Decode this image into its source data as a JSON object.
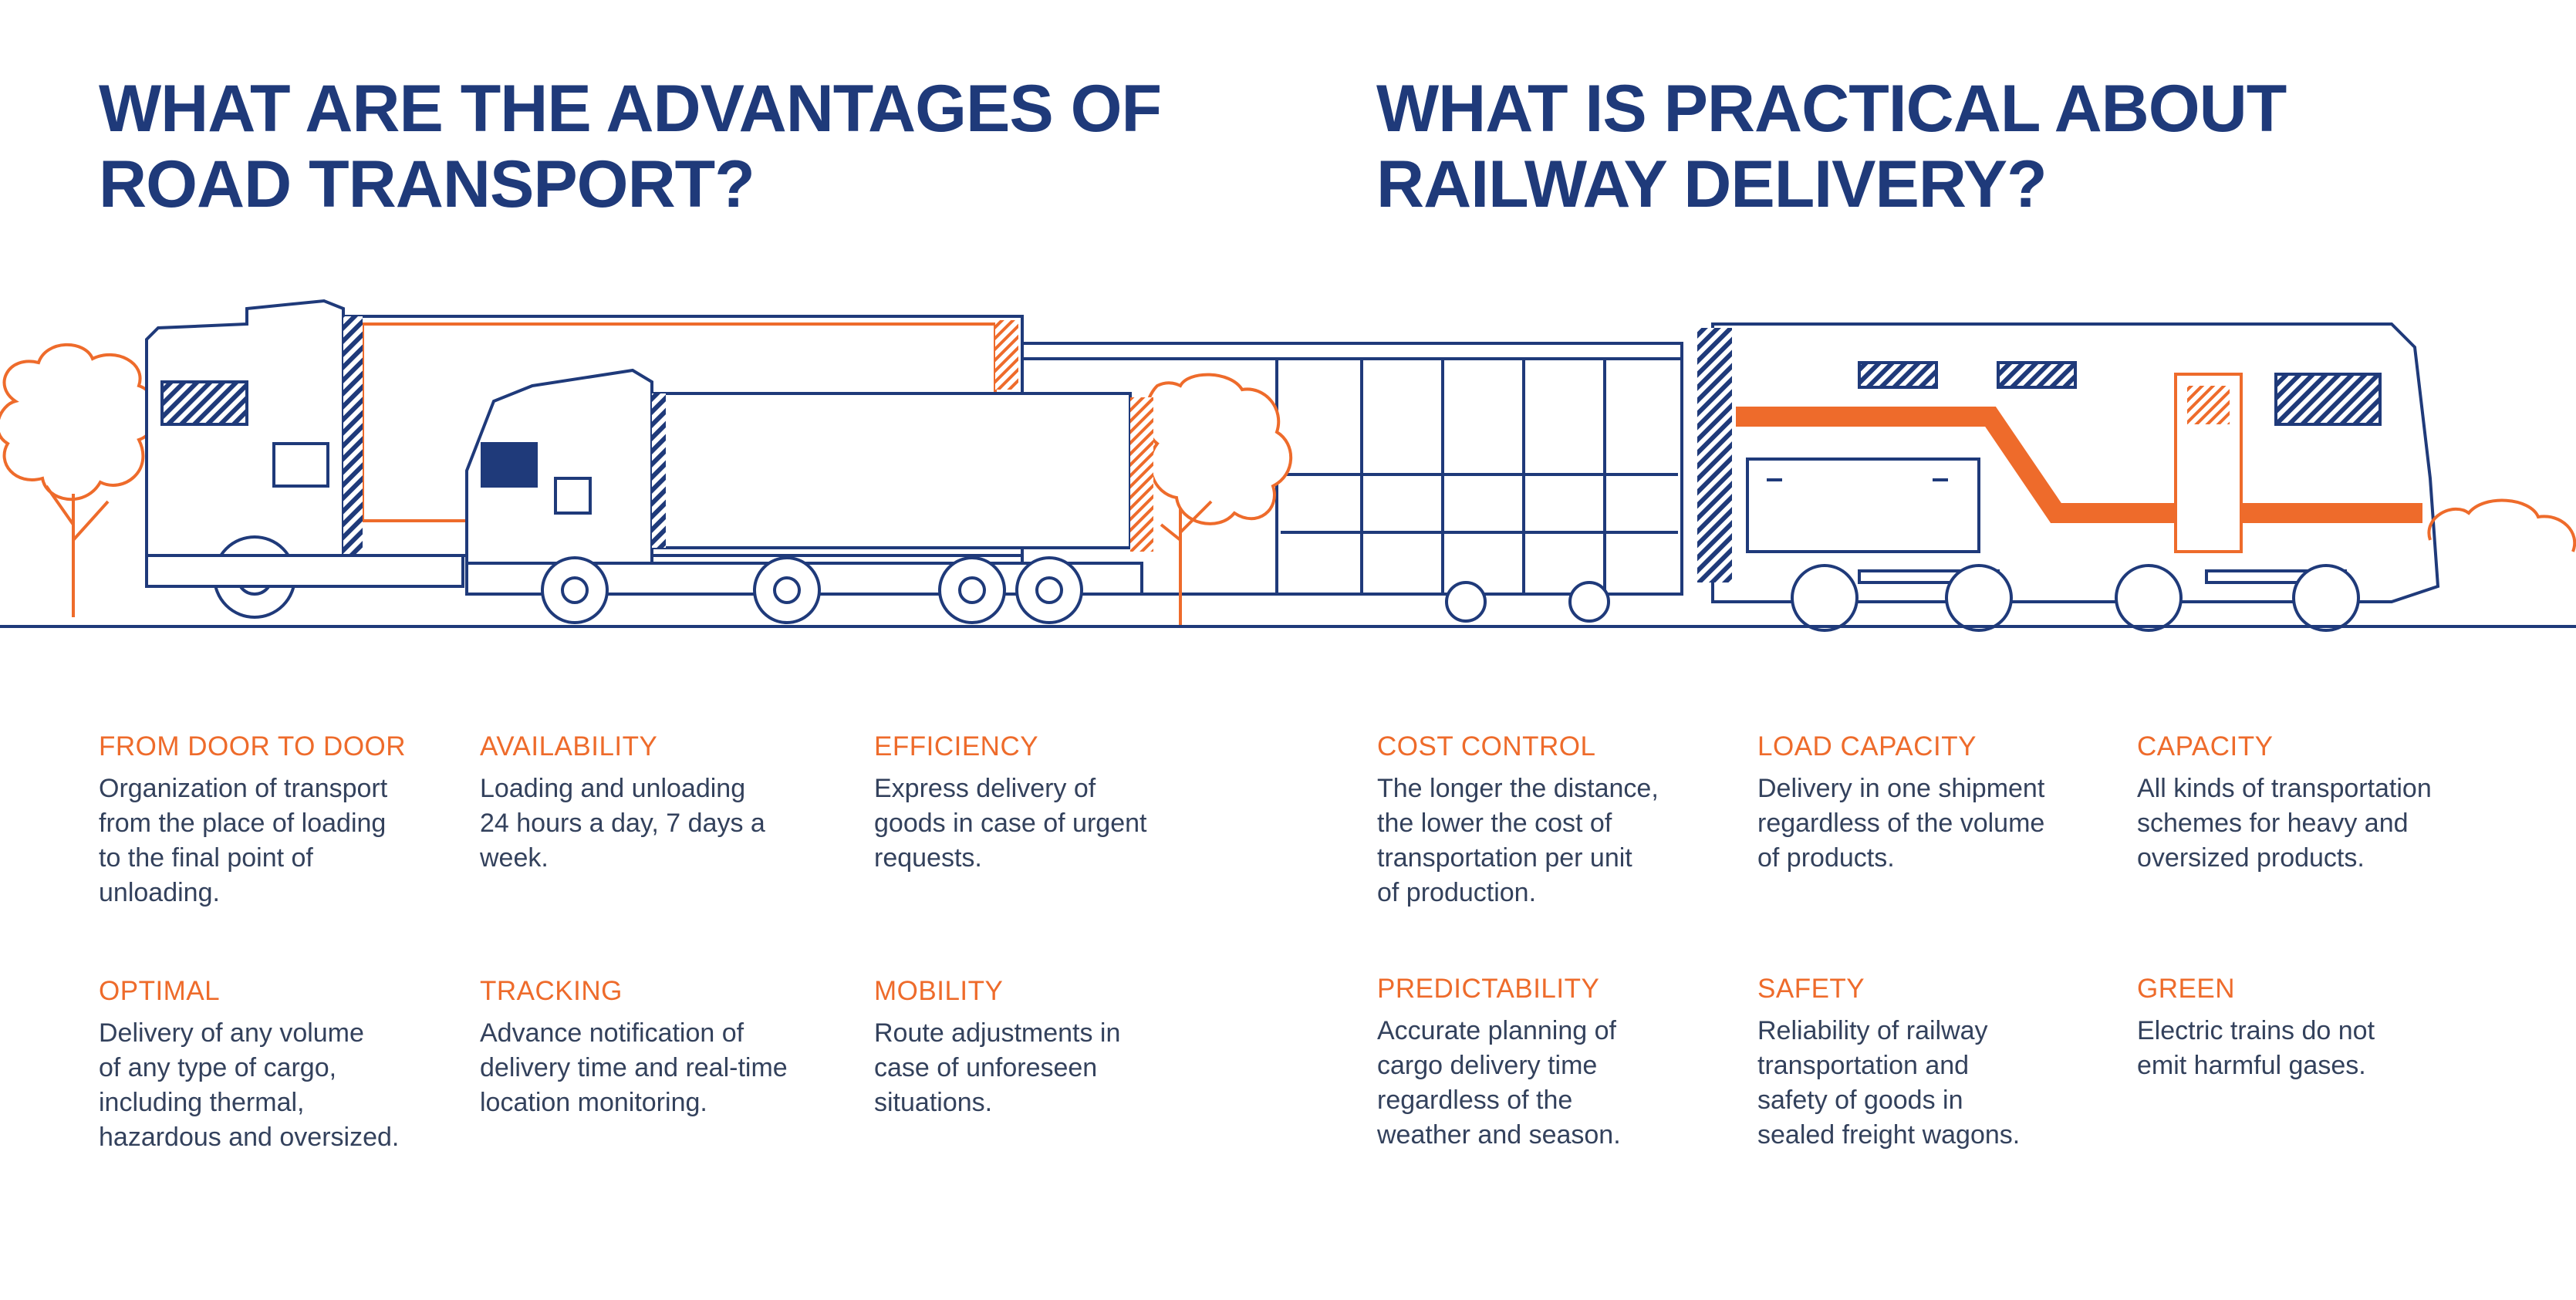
{
  "headings": {
    "road": {
      "line1": "WHAT ARE THE ADVANTAGES OF",
      "line2": "ROAD TRANSPORT?"
    },
    "rail": {
      "line1": "WHAT IS PRACTICAL ABOUT",
      "line2": "RAILWAY DELIVERY?"
    }
  },
  "road_advantages": [
    {
      "title": "FROM DOOR TO DOOR",
      "lines": [
        "Organization of transport",
        "from the place of loading",
        "to the final point of",
        "unloading."
      ]
    },
    {
      "title": "AVAILABILITY",
      "lines": [
        "Loading and unloading",
        "24 hours a day, 7 days a",
        "week."
      ]
    },
    {
      "title": "EFFICIENCY",
      "lines": [
        "Express delivery of",
        "goods in case of urgent",
        "requests."
      ]
    },
    {
      "title": "OPTIMAL",
      "lines": [
        "Delivery of any volume",
        "of any type of cargo,",
        "including thermal,",
        "hazardous and oversized."
      ]
    },
    {
      "title": "TRACKING",
      "lines": [
        "Advance notification of",
        "delivery time and real-time",
        "location monitoring."
      ]
    },
    {
      "title": "MOBILITY",
      "lines": [
        "Route adjustments in",
        "case of unforeseen",
        "situations."
      ]
    }
  ],
  "rail_advantages": [
    {
      "title": "COST CONTROL",
      "lines": [
        "The longer the distance,",
        "the lower the cost of",
        "transportation per unit",
        "of production."
      ]
    },
    {
      "title": "LOAD CAPACITY",
      "lines": [
        "Delivery in one shipment",
        "regardless of the volume",
        "of products."
      ]
    },
    {
      "title": "CAPACITY",
      "lines": [
        "All kinds of transportation",
        "schemes for heavy and",
        "oversized products."
      ]
    },
    {
      "title": "PREDICTABILITY",
      "lines": [
        "Accurate planning of",
        "cargo delivery time",
        "regardless of the",
        "weather and season."
      ]
    },
    {
      "title": "SAFETY",
      "lines": [
        "Reliability of railway",
        "transportation and",
        "safety of goods in",
        "sealed freight wagons."
      ]
    },
    {
      "title": "GREEN",
      "lines": [
        "Electric trains do not",
        "emit harmful gases."
      ]
    }
  ],
  "colors": {
    "navy": "#1f3a7a",
    "orange": "#ee6b2b",
    "text": "#33415c"
  },
  "illustration": {
    "icons": [
      "tree-icon",
      "truck-icon",
      "freight-wagon-icon",
      "locomotive-icon"
    ]
  }
}
